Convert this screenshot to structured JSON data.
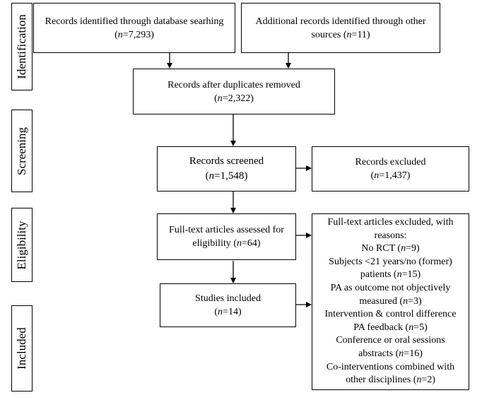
{
  "stages": {
    "identification": "Identification",
    "screening": "Screening",
    "eligibility": "Eligibility",
    "included": "Included"
  },
  "boxes": {
    "database": {
      "line1": "Records identified through database searhing",
      "pre": "(",
      "n": "n",
      "post": "=7,293)"
    },
    "other": {
      "line1": "Additional records identified through other",
      "line2_pre": "sources (",
      "n": "n",
      "post": "=11)"
    },
    "duplicates": {
      "line1": "Records after duplicates removed",
      "pre": "(",
      "n": "n",
      "post": "=2,322)"
    },
    "screened": {
      "line1": "Records screened",
      "pre": "(",
      "n": "n",
      "post": "=1,548)"
    },
    "excluded": {
      "line1": "Records excluded",
      "pre": "(",
      "n": "n",
      "post": "=1,437)"
    },
    "fulltext": {
      "line1": "Full-text articles assessed for",
      "line2_pre": "eligibility (",
      "n": "n",
      "post": "=64)"
    },
    "included": {
      "line1": "Studies included",
      "pre": "(",
      "n": "n",
      "post": "=14)"
    },
    "fulltext_excluded": {
      "title1": "Full-text articles excluded, with",
      "title2": "reasons:",
      "r1": {
        "pre": "No RCT  (",
        "n": "n",
        "post": "=9)"
      },
      "r2a": "Subjects <21 years/no (former)",
      "r2b": {
        "pre": "patients (",
        "n": "n",
        "post": "=15)"
      },
      "r3a": "PA as outcome not objectively",
      "r3b": {
        "pre": "measured (",
        "n": "n",
        "post": "=3)"
      },
      "r4a": "Intervention & control difference",
      "r4b": {
        "pre": "PA feedback (",
        "n": "n",
        "post": "=5)"
      },
      "r5a": "Conference or oral sessions",
      "r5b": {
        "pre": "abstracts (",
        "n": "n",
        "post": "=16)"
      },
      "r6a": "Co-interventions combined with",
      "r6b": {
        "pre": "other disciplines (",
        "n": "n",
        "post": "=2)"
      }
    }
  }
}
